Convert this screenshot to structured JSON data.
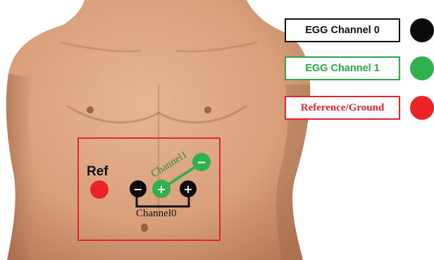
{
  "legend": {
    "channel0_label": "EGG Channel 0",
    "channel1_label": "EGG Channel 1",
    "reference_label": "Reference/Ground"
  },
  "diagram": {
    "ref_label": "Ref",
    "channel0_label": "Channel0",
    "channel1_label": "Channel1",
    "minus_sign": "−",
    "plus_sign": "+"
  },
  "colors": {
    "channel0": "#0b0b0b",
    "channel1": "#2fb24e",
    "reference": "#ec2227",
    "skin": "#d9a27e",
    "skin_shadow": "#b97a57"
  }
}
